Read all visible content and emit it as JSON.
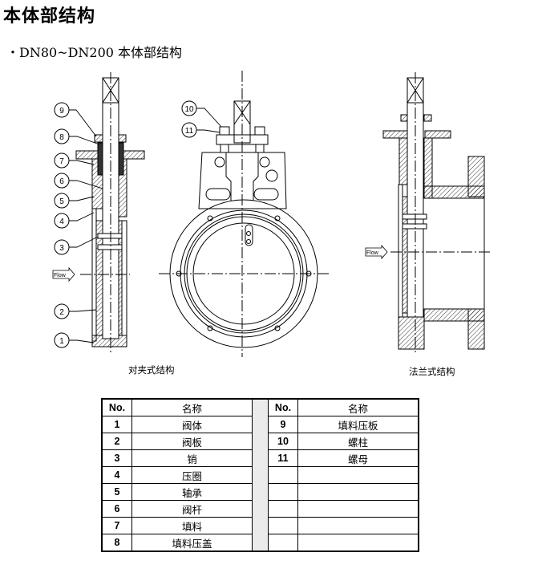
{
  "header": {
    "title": "本体部结构",
    "subtitle": "・DN80~DN200 本体部结构"
  },
  "drawing": {
    "callouts": [
      "1",
      "2",
      "3",
      "4",
      "5",
      "6",
      "7",
      "8",
      "9",
      "10",
      "11"
    ],
    "flow_label": "Flow",
    "captions": {
      "wafer": "对夹式结构",
      "flange": "法兰式结构"
    }
  },
  "table": {
    "headers": {
      "no": "No.",
      "name": "名称"
    },
    "left": [
      {
        "no": "1",
        "name": "阀体"
      },
      {
        "no": "2",
        "name": "阀板"
      },
      {
        "no": "3",
        "name": "销"
      },
      {
        "no": "4",
        "name": "压圈"
      },
      {
        "no": "5",
        "name": "轴承"
      },
      {
        "no": "6",
        "name": "阀杆"
      },
      {
        "no": "7",
        "name": "填料"
      },
      {
        "no": "8",
        "name": "填料压盖"
      }
    ],
    "right": [
      {
        "no": "9",
        "name": "填料压板"
      },
      {
        "no": "10",
        "name": "螺柱"
      },
      {
        "no": "11",
        "name": "螺母"
      }
    ]
  }
}
